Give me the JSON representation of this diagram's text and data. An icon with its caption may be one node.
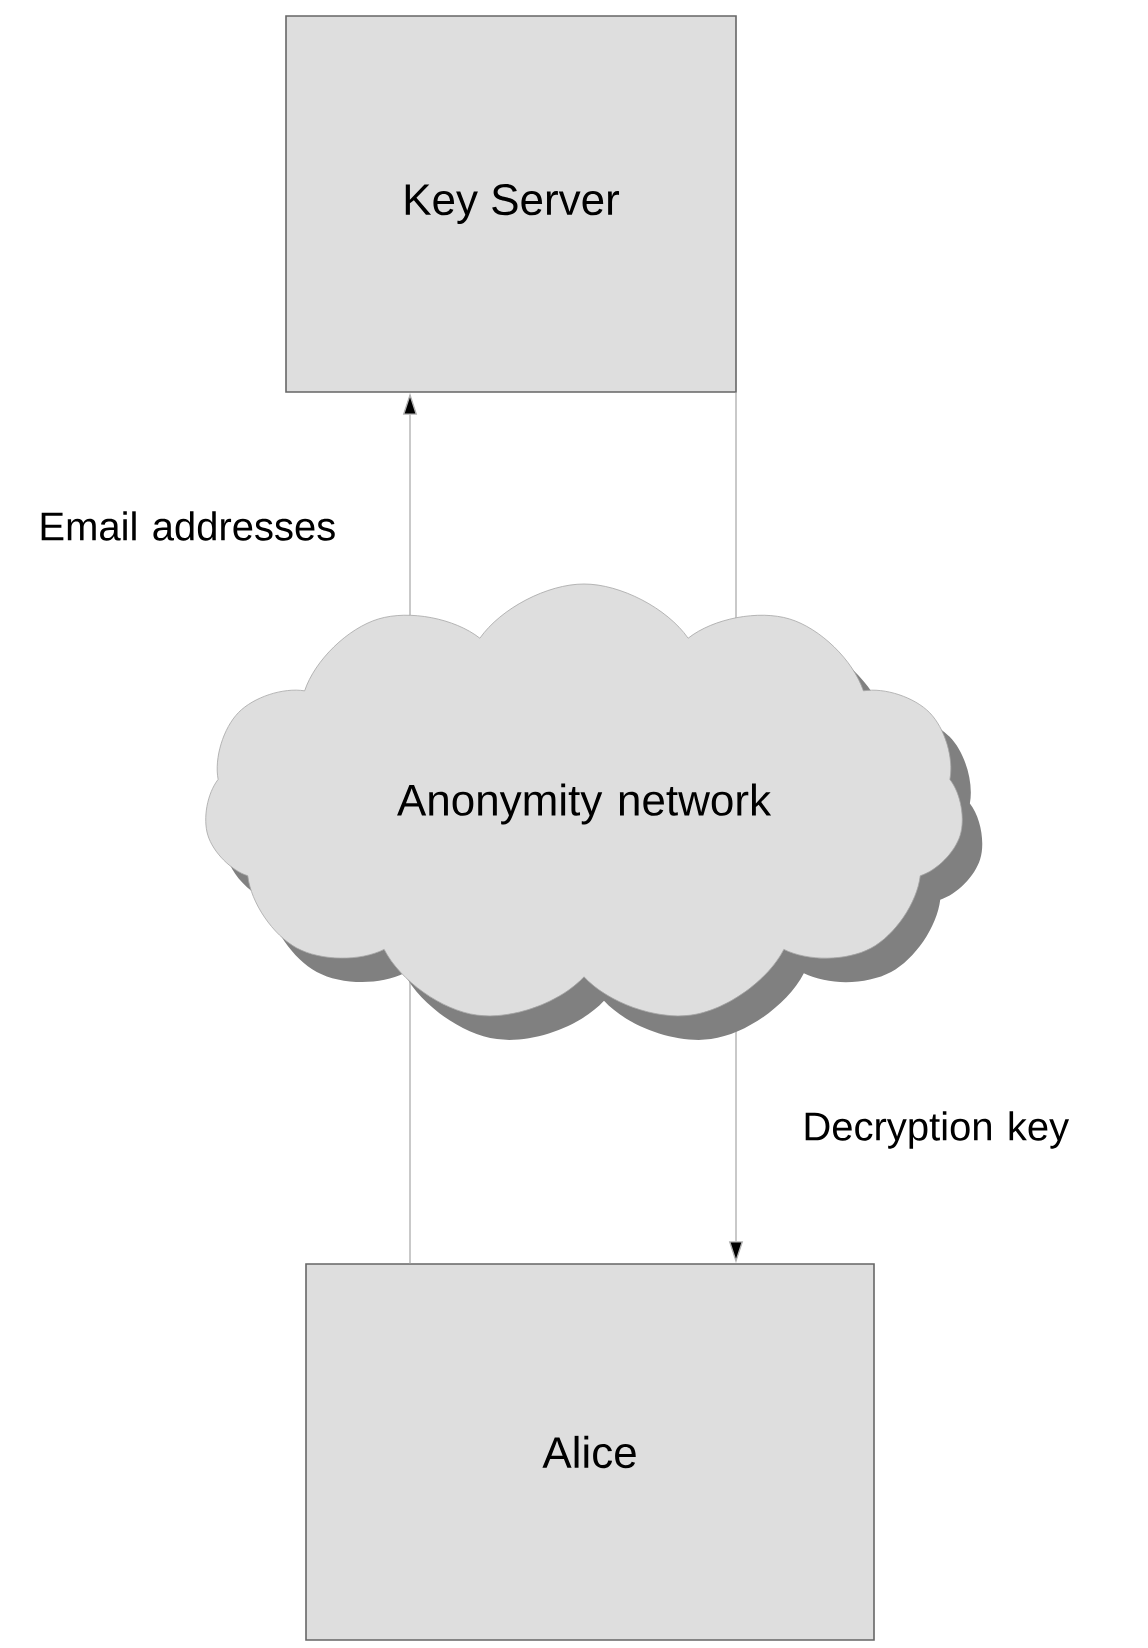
{
  "diagram": {
    "nodes": [
      {
        "text": [
          "Key Server"
        ]
      },
      {
        "text": [
          "Anonymity network"
        ]
      },
      {
        "text": [
          "Alice"
        ]
      }
    ],
    "edges": [
      {
        "from": 2,
        "to": 1,
        "arrow": "none"
      },
      {
        "from": 1,
        "to": 0,
        "arrow": "to",
        "label": "Email addresses"
      },
      {
        "from": 0,
        "to": 1,
        "arrow": "none"
      },
      {
        "from": 1,
        "to": 2,
        "arrow": "to",
        "label": "Decryption key"
      }
    ]
  }
}
